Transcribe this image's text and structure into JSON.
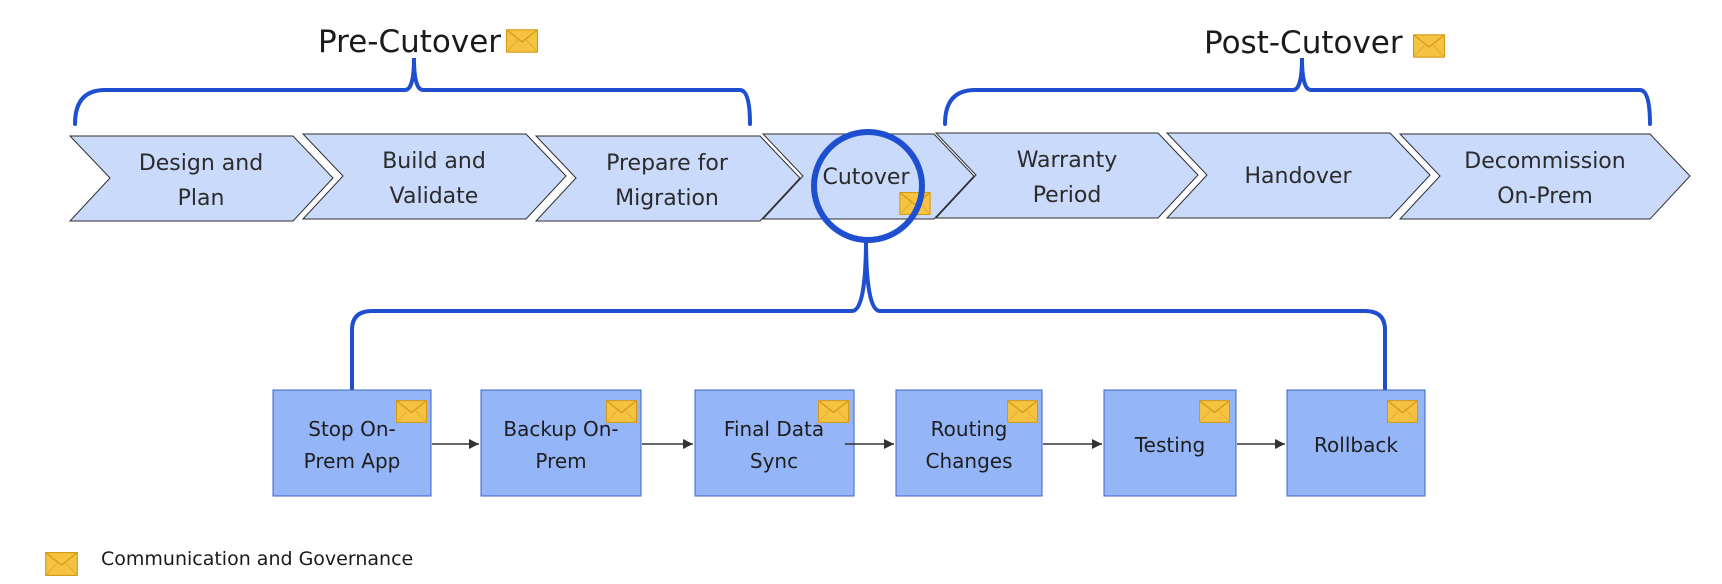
{
  "phases": {
    "pre": "Pre-Cutover",
    "post": "Post-Cutover"
  },
  "chevrons": [
    {
      "lines": [
        "Design and",
        "Plan"
      ]
    },
    {
      "lines": [
        "Build and",
        "Validate"
      ]
    },
    {
      "lines": [
        "Prepare for",
        "Migration"
      ]
    },
    {
      "lines": [
        "Cutover"
      ]
    },
    {
      "lines": [
        "Warranty",
        "Period"
      ]
    },
    {
      "lines": [
        "Handover"
      ]
    },
    {
      "lines": [
        "Decommission",
        "On-Prem"
      ]
    }
  ],
  "steps": [
    {
      "lines": [
        "Stop On-",
        "Prem App"
      ]
    },
    {
      "lines": [
        "Backup On-",
        "Prem"
      ]
    },
    {
      "lines": [
        "Final Data",
        "Sync"
      ]
    },
    {
      "lines": [
        "Routing",
        "Changes"
      ]
    },
    {
      "lines": [
        "Testing"
      ]
    },
    {
      "lines": [
        "Rollback"
      ]
    }
  ],
  "legend": {
    "icon": "envelope-icon",
    "label": "Communication and Governance"
  },
  "colors": {
    "chevron_fill": "#c9dafb",
    "step_fill": "#94b5f7",
    "bracket": "#1f4fd1",
    "envelope": "#f5c242"
  }
}
